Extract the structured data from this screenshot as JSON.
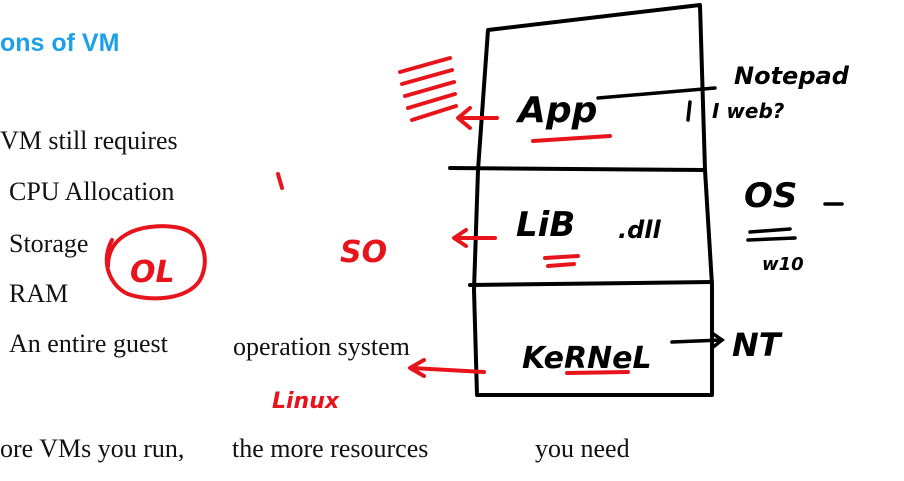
{
  "slide": {
    "title": "ons of VM",
    "intro": "VM still requires",
    "bullets": [
      "CPU Allocation",
      "Storage",
      "RAM",
      "An entire guest",
      "operation system"
    ],
    "footer": [
      "ore VMs you run,",
      "the more resources",
      "you need"
    ]
  },
  "colors": {
    "title": "#1ea0e6",
    "ink_black": "#000000",
    "ink_red": "#e8141c"
  },
  "annotations": {
    "app": "App",
    "lib": "LiB",
    "dll": ".dll",
    "kernel": "KeRNeL",
    "notepad": "Notepad",
    "iweb": "I web?",
    "os": "OS",
    "w10": "w10",
    "nt": "NT",
    "so": "SO",
    "ol": "OL",
    "linux": "Linux",
    "one": "1"
  }
}
